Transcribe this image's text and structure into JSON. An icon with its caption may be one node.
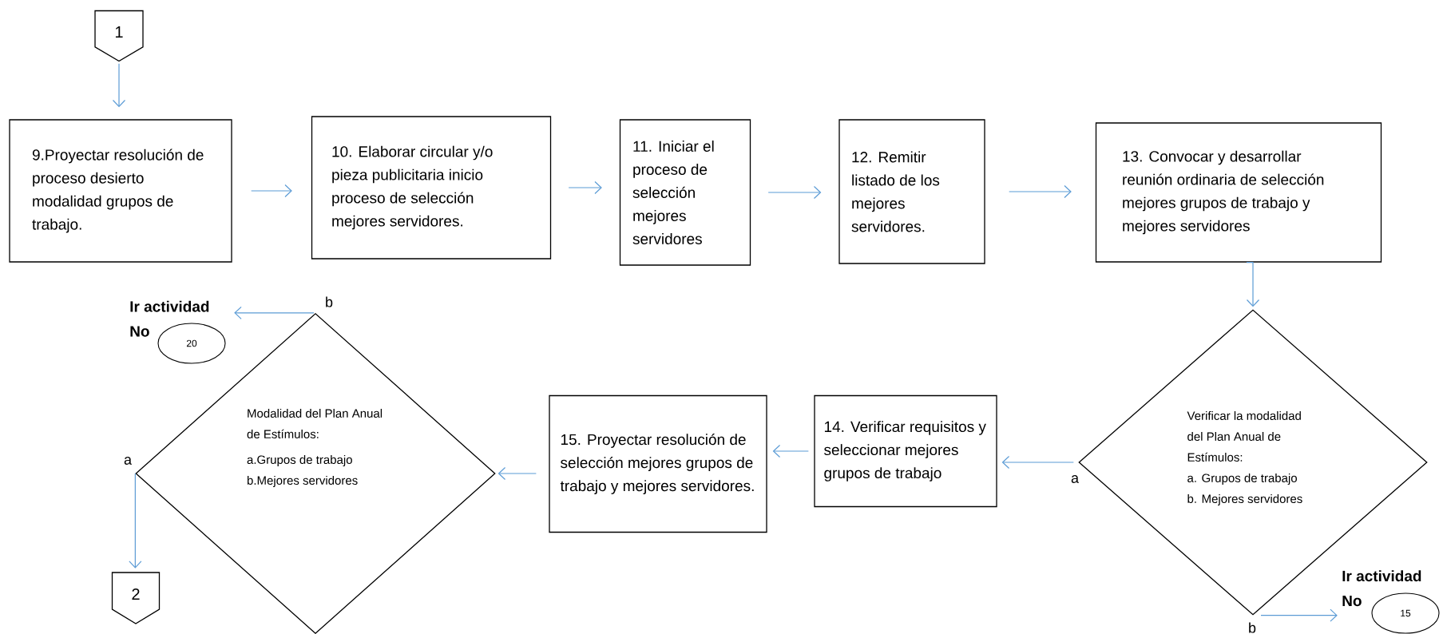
{
  "diagram": {
    "nodes": [
      {
        "text": [
          "1"
        ]
      },
      {
        "text": [
          "9.Proyectar resolución de proceso desierto modalidad grupos de trabajo."
        ]
      },
      {
        "text": [
          "10. Elaborar circular y/o pieza publicitaria inicio proceso de selección mejores servidores."
        ]
      },
      {
        "text": [
          "11. Iniciar el proceso de selección mejores servidores"
        ]
      },
      {
        "text": [
          "12. Remitir listado de los mejores servidores."
        ]
      },
      {
        "text": [
          "13. Convocar y desarrollar reunión ordinaria de selección mejores grupos de trabajo y mejores servidores"
        ]
      },
      {
        "text": [
          "Verificar la modalidad del Plan Anual de Estímulos:",
          "a. Grupos de trabajo",
          "b. Mejores servidores"
        ]
      },
      {
        "text": [
          "14. Verificar requisitos y seleccionar mejores grupos de trabajo"
        ]
      },
      {
        "text": [
          "15. Proyectar resolución de selección mejores grupos de trabajo y mejores servidores."
        ]
      },
      {
        "text": [
          "Modalidad del Plan Anual de Estímulos:",
          "a.Grupos de trabajo",
          "b.Mejores servidores"
        ]
      },
      {
        "text": [
          "2"
        ]
      },
      {
        "text": [
          "Ir actividad No",
          "20"
        ]
      },
      {
        "text": [
          "Ir actividad No",
          "15"
        ]
      }
    ],
    "edges": [
      {
        "from": 0,
        "to": 1,
        "arrow": "to"
      },
      {
        "from": 1,
        "to": 2,
        "arrow": "to"
      },
      {
        "from": 2,
        "to": 3,
        "arrow": "to"
      },
      {
        "from": 3,
        "to": 4,
        "arrow": "to"
      },
      {
        "from": 4,
        "to": 5,
        "arrow": "to"
      },
      {
        "from": 5,
        "to": 6,
        "arrow": "to"
      },
      {
        "from": 6,
        "to": 7,
        "arrow": "to",
        "label": "a"
      },
      {
        "from": 7,
        "to": 8,
        "arrow": "to"
      },
      {
        "from": 8,
        "to": 9,
        "arrow": "to"
      },
      {
        "from": 9,
        "to": 10,
        "arrow": "to",
        "label": "a"
      },
      {
        "from": 9,
        "to": 11,
        "arrow": "to",
        "label": "b"
      },
      {
        "from": 6,
        "to": 12,
        "arrow": "to",
        "label": "b"
      }
    ]
  }
}
